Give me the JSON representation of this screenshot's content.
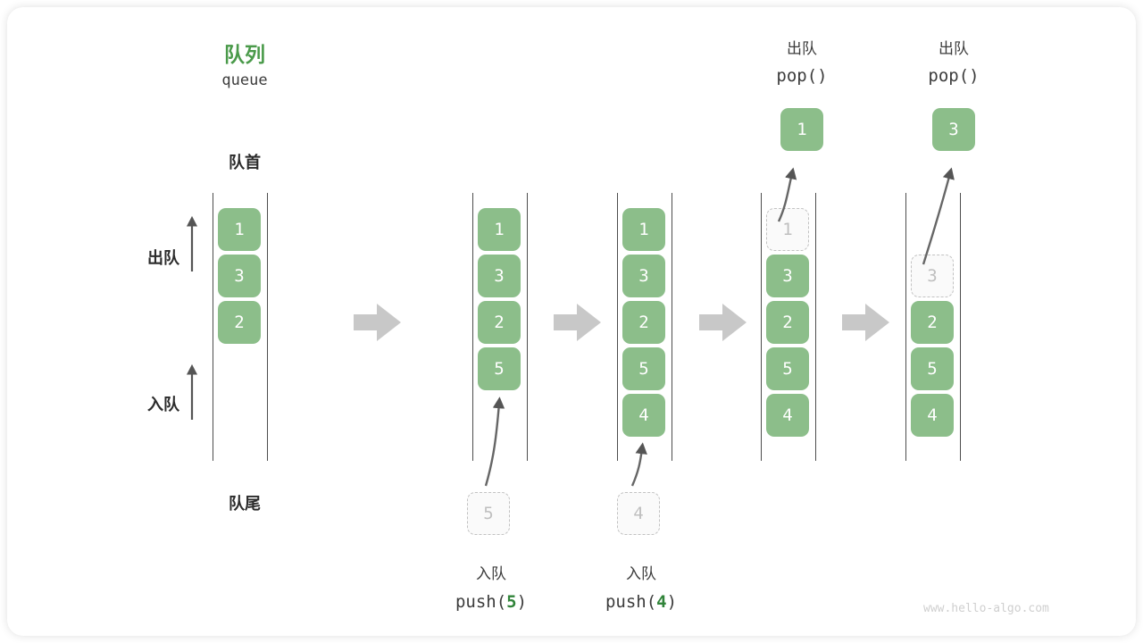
{
  "diagram": {
    "title_cn": "队列",
    "title_en": "queue",
    "front_label": "队首",
    "rear_label": "队尾",
    "dequeue_label": "出队",
    "enqueue_label": "入队",
    "watermark": "www.hello-algo.com",
    "colors": {
      "cell_fill": "#8cbe8a",
      "title_green": "#4a9a4a",
      "code_green": "#31843a",
      "ghost_border": "#c2c2c2",
      "rail": "#4d4d4d",
      "arrow_gray": "#c8c8c8"
    }
  },
  "steps": [
    {
      "id": "initial",
      "cells": [
        {
          "value": "1",
          "state": "filled"
        },
        {
          "value": "3",
          "state": "filled"
        },
        {
          "value": "2",
          "state": "filled"
        }
      ],
      "caption_cn": "",
      "caption_code": "",
      "caption_arg": "",
      "incoming": null,
      "popped": null
    },
    {
      "id": "push-5",
      "cells": [
        {
          "value": "1",
          "state": "filled"
        },
        {
          "value": "3",
          "state": "filled"
        },
        {
          "value": "2",
          "state": "filled"
        },
        {
          "value": "5",
          "state": "filled"
        }
      ],
      "caption_cn": "入队",
      "caption_code_prefix": "push(",
      "caption_arg": "5",
      "caption_code_suffix": ")",
      "incoming": "5",
      "popped": null
    },
    {
      "id": "push-4",
      "cells": [
        {
          "value": "1",
          "state": "filled"
        },
        {
          "value": "3",
          "state": "filled"
        },
        {
          "value": "2",
          "state": "filled"
        },
        {
          "value": "5",
          "state": "filled"
        },
        {
          "value": "4",
          "state": "filled"
        }
      ],
      "caption_cn": "入队",
      "caption_code_prefix": "push(",
      "caption_arg": "4",
      "caption_code_suffix": ")",
      "incoming": "4",
      "popped": null
    },
    {
      "id": "pop-1",
      "cells": [
        {
          "value": "1",
          "state": "ghost"
        },
        {
          "value": "3",
          "state": "filled"
        },
        {
          "value": "2",
          "state": "filled"
        },
        {
          "value": "5",
          "state": "filled"
        },
        {
          "value": "4",
          "state": "filled"
        }
      ],
      "header_cn": "出队",
      "header_code": "pop()",
      "popped": "1",
      "incoming": null
    },
    {
      "id": "pop-3",
      "cells": [
        {
          "value": "",
          "state": "empty"
        },
        {
          "value": "3",
          "state": "ghost"
        },
        {
          "value": "2",
          "state": "filled"
        },
        {
          "value": "5",
          "state": "filled"
        },
        {
          "value": "4",
          "state": "filled"
        }
      ],
      "header_cn": "出队",
      "header_code": "pop()",
      "popped": "3",
      "incoming": null
    }
  ]
}
